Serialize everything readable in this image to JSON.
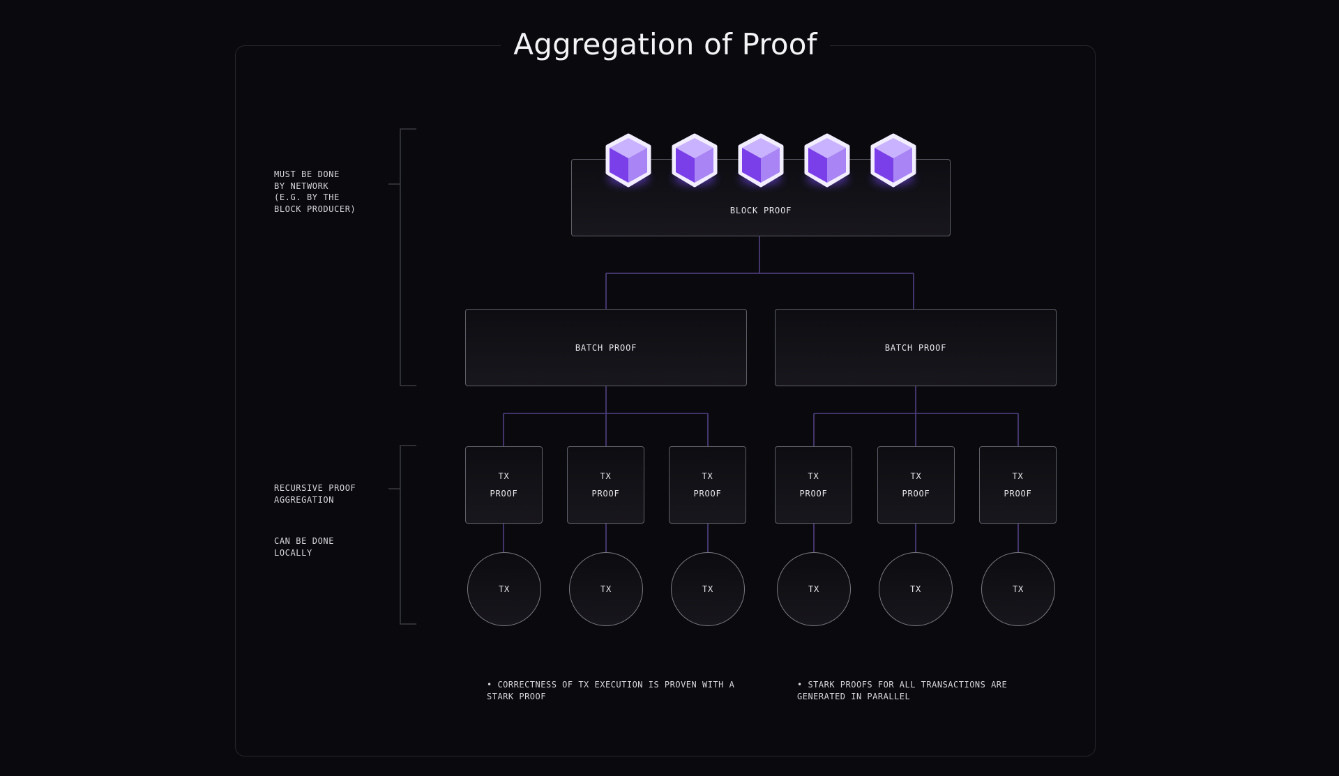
{
  "title": "Aggregation of Proof",
  "side_labels": {
    "network": "MUST BE DONE\nBY NETWORK\n(E.G. BY THE\nBLOCK PRODUCER)",
    "recursive": "RECURSIVE PROOF\nAGGREGATION",
    "local": "CAN BE DONE\nLOCALLY"
  },
  "block_proof": "BLOCK PROOF",
  "blocks_count_icons": [
    "cube-icon",
    "cube-icon",
    "cube-icon",
    "cube-icon",
    "cube-icon"
  ],
  "batch_proofs": [
    "BATCH PROOF",
    "BATCH PROOF"
  ],
  "tx_proofs": [
    {
      "l1": "TX",
      "l2": "PROOF"
    },
    {
      "l1": "TX",
      "l2": "PROOF"
    },
    {
      "l1": "TX",
      "l2": "PROOF"
    },
    {
      "l1": "TX",
      "l2": "PROOF"
    },
    {
      "l1": "TX",
      "l2": "PROOF"
    },
    {
      "l1": "TX",
      "l2": "PROOF"
    }
  ],
  "txs": [
    "TX",
    "TX",
    "TX",
    "TX",
    "TX",
    "TX"
  ],
  "notes": [
    "• CORRECTNESS OF TX EXECUTION IS PROVEN WITH A\n  STARK PROOF",
    "• STARK PROOFS FOR ALL TRANSACTIONS ARE\n  GENERATED IN PARALLEL"
  ],
  "colors": {
    "background": "#0a0a0e",
    "connector": "#4a3a78",
    "cube_purple": "#8a5cf0",
    "box_border": "#5f5f68"
  }
}
